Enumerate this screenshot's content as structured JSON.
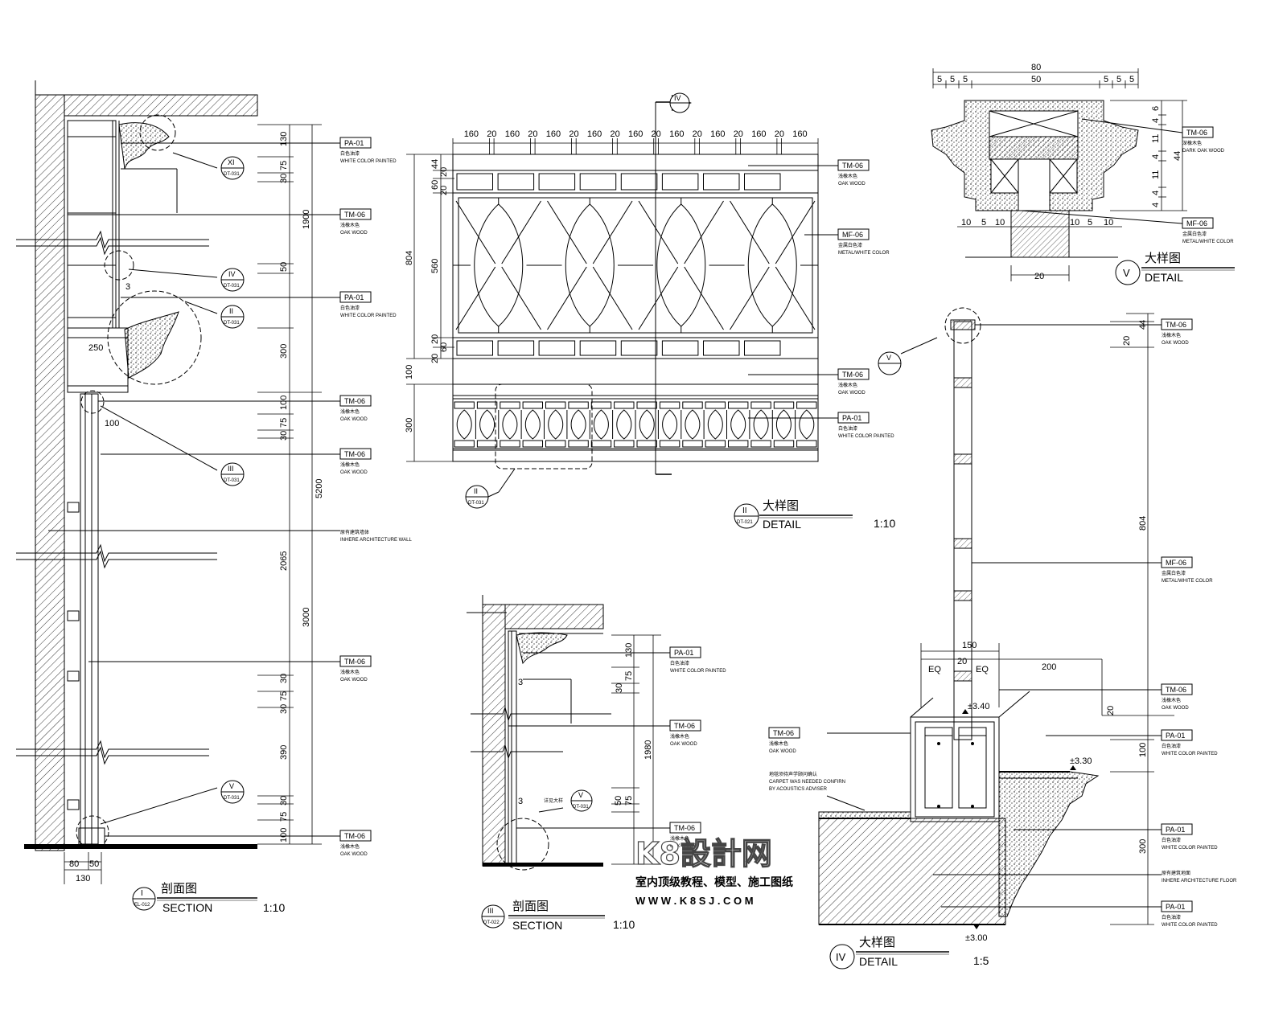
{
  "drawings": {
    "section_i": {
      "marker": "I",
      "marker_ref": "EL-012",
      "title_cn": "剖面图",
      "title_en": "SECTION",
      "scale": "1:10",
      "dims_vertical": [
        "130",
        "75",
        "30",
        "1900",
        "50",
        "300",
        "100",
        "75",
        "30",
        "5200",
        "2065",
        "3000",
        "30",
        "75",
        "30",
        "390",
        "30",
        "75",
        "100"
      ],
      "dims_bottom": [
        "80",
        "50",
        "130"
      ],
      "dims_other": [
        "250",
        "100",
        "3"
      ]
    },
    "detail_ii": {
      "marker": "II",
      "marker_ref": "DT-021",
      "title_cn": "大样图",
      "title_en": "DETAIL",
      "scale": "1:10",
      "top_dims": [
        "160",
        "20",
        "160",
        "20",
        "160",
        "20",
        "160",
        "20",
        "160",
        "20",
        "160",
        "20",
        "160",
        "20",
        "160",
        "20",
        "160"
      ],
      "left_dims": [
        "44",
        "60",
        "20",
        "20",
        "804",
        "560",
        "20",
        "60",
        "20",
        "100",
        "300"
      ],
      "section_cut": "IV"
    },
    "section_iii": {
      "marker": "III",
      "marker_ref": "DT-022",
      "title_cn": "剖面图",
      "title_en": "SECTION",
      "scale": "1:10",
      "dims_vertical": [
        "130",
        "75",
        "30",
        "1980",
        "75",
        "50"
      ],
      "dims_other": [
        "3",
        "3"
      ]
    },
    "detail_iv": {
      "marker": "IV",
      "title_cn": "大样图",
      "title_en": "DETAIL",
      "scale": "1:5",
      "dims": [
        "44",
        "20",
        "804",
        "150",
        "EQ",
        "20",
        "EQ",
        "200",
        "20",
        "100",
        "300"
      ],
      "levels": [
        "±3.40",
        "±3.30",
        "±3.00"
      ]
    },
    "detail_v": {
      "marker": "V",
      "title_cn": "大样图",
      "title_en": "DETAIL",
      "top_dims": [
        "80",
        "5",
        "5",
        "5",
        "50",
        "5",
        "5",
        "5"
      ],
      "bottom_dims": [
        "10",
        "5",
        "10",
        "10",
        "5",
        "10",
        "20"
      ],
      "right_dims": [
        "6",
        "4",
        "11",
        "4",
        "44",
        "11",
        "4",
        "4"
      ]
    }
  },
  "callouts": {
    "xi": {
      "num": "XI",
      "ref": "DT-031"
    },
    "iv": {
      "num": "IV",
      "ref": "DT-031"
    },
    "ii": {
      "num": "II",
      "ref": "DT-031"
    },
    "iii": {
      "num": "III",
      "ref": "DT-031"
    },
    "v": {
      "num": "V",
      "ref": "DT-031"
    },
    "ii_b": {
      "num": "II",
      "ref": "DT-031"
    },
    "v_c": {
      "num": "V",
      "ref": "DT-031"
    },
    "v_d": {
      "num": "V",
      "ref": ""
    }
  },
  "tags": {
    "pa01_white_painted": {
      "code": "PA-01",
      "cn": "白色油漆",
      "en": "WHITE COLOR PAINTED"
    },
    "tm06_oak": {
      "code": "TM-06",
      "cn": "浅橡木色",
      "en": "OAK WOOD"
    },
    "tm06_dark_oak": {
      "code": "TM-06",
      "cn": "深橡木色",
      "en": "DARK OAK WOOD"
    },
    "mf06_metal_white": {
      "code": "MF-06",
      "cn": "金属白色漆",
      "en": "METAL/WHITE COLOR"
    },
    "mf06_metal_white_slash": {
      "code": "MF-06",
      "cn": "金属白色漆",
      "en": "METAL/WHITE COLOR"
    },
    "arch_wall": {
      "cn": "原有建筑墙体",
      "en": "INHERE ARCHITECTURE WALL"
    },
    "arch_floor": {
      "cn": "原有建筑地面",
      "en": "INHERE ARCHITECTURE FLOOR"
    },
    "carpet": {
      "cn": "地毯须待声学顾问确认",
      "en1": "CARPET WAS NEEDED CONFIRN",
      "en2": "BY ACOUSTICS ADVISER"
    },
    "detail_note": {
      "cn": "详见大样"
    }
  },
  "watermark": {
    "logo": "K8設計网",
    "subtitle": "室内顶级教程、模型、施工图纸",
    "url": "W W W . K 8 S J . C O M"
  }
}
